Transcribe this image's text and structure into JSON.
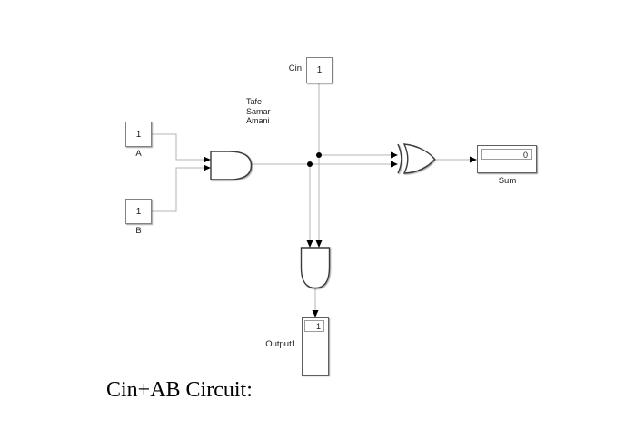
{
  "caption": "Cin+AB Circuit:",
  "annotation": {
    "lines": [
      "Tafe",
      "Samar",
      "Amani"
    ]
  },
  "blocks": {
    "a": {
      "label": "A",
      "value": "1"
    },
    "b": {
      "label": "B",
      "value": "1"
    },
    "cin": {
      "label": "Cin",
      "value": "1"
    },
    "sum": {
      "label": "Sum",
      "value": "0"
    },
    "output1": {
      "label": "Output1",
      "value": "1"
    }
  },
  "colors": {
    "background": "#ffffff",
    "wire": "#b5b5b5",
    "gate_stroke": "#3a3a3a",
    "block_border": "#828282",
    "arrow_and_dot": "#000000",
    "text": "#1a1a1a"
  }
}
